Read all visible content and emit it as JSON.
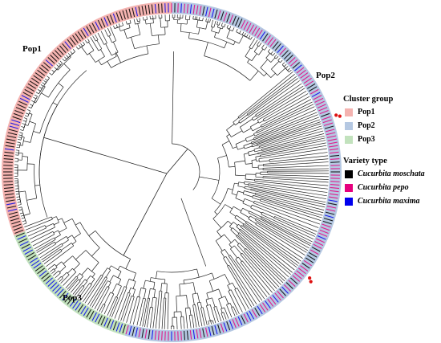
{
  "labels": {
    "pop1": "Pop1",
    "pop2": "Pop2",
    "pop3": "Pop3"
  },
  "legend": {
    "cluster_title": "Cluster group",
    "clusters": [
      {
        "name": "Pop1",
        "color": "#f4b3b0"
      },
      {
        "name": "Pop2",
        "color": "#b5c8e2"
      },
      {
        "name": "Pop3",
        "color": "#c2e2bd"
      }
    ],
    "variety_title": "Variety type",
    "varieties": [
      {
        "name": "Cucurbita moschata",
        "color": "#000000"
      },
      {
        "name": "Cucurbita pepo",
        "color": "#e6007e"
      },
      {
        "name": "Cucurbita maxima",
        "color": "#0000ee"
      }
    ]
  },
  "colors": {
    "branch": "#222222",
    "marker": "#dd1111"
  }
}
